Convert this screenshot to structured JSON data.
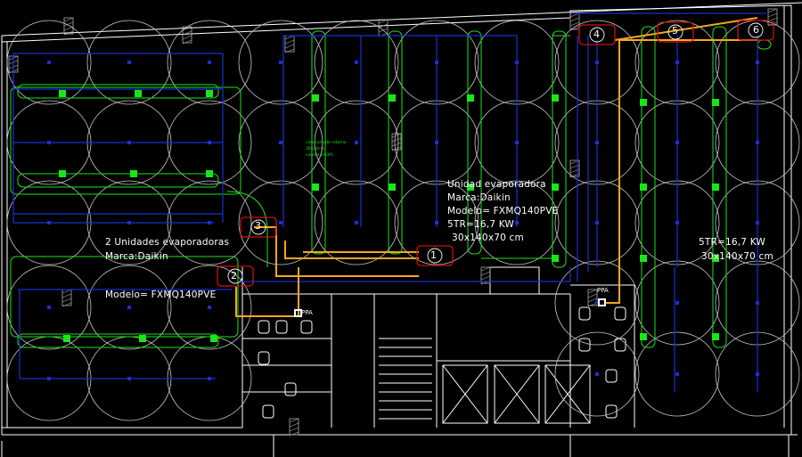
{
  "colors": {
    "background": "#000000",
    "walls": "#ffffff",
    "coverage_circles": "#c8c8c8",
    "blue_ducts": "#1a2fd6",
    "green_ducts": "#19e619",
    "orange_pipes": "#f5a623",
    "unit_markers": "#d01010"
  },
  "units": [
    {
      "number": "1"
    },
    {
      "number": "2"
    },
    {
      "number": "3"
    },
    {
      "number": "4"
    },
    {
      "number": "5"
    },
    {
      "number": "6"
    }
  ],
  "annotations": {
    "center_spec": {
      "line1": "Unidad evaporadora",
      "line2": "Marca:Daikin",
      "line3": "Modelo= FXMQ140PVE",
      "line4": "5TR=16,7 KW",
      "line5": "30x140x70 cm"
    },
    "left_spec": {
      "line1": "2 Unidades evaporadoras",
      "line2": "Marca:Daikin",
      "line3": "Modelo= FXMQ140PVE"
    },
    "right_spec": {
      "line1": "5TR=16,7 KW",
      "line2": "30x140x70 cm"
    },
    "green_note": {
      "line1": "conducto de retorno",
      "line2": "30x30cm",
      "line3": "caudal 2m3/h"
    },
    "ppa_left": "PPA",
    "ppa_right": "PPA"
  }
}
